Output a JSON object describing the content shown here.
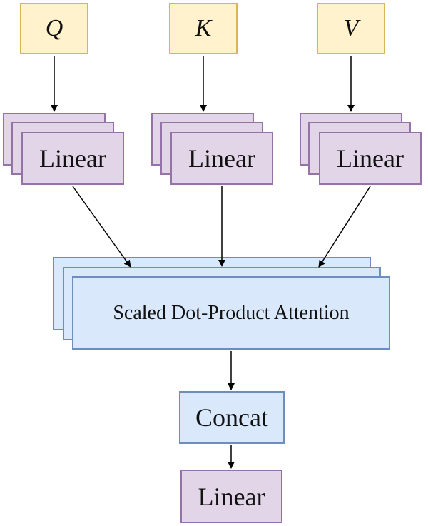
{
  "inputs": {
    "q": "Q",
    "k": "K",
    "v": "V"
  },
  "linear_layers": {
    "q_label": "Linear",
    "k_label": "Linear",
    "v_label": "Linear"
  },
  "attention": {
    "label": "Scaled Dot-Product Attention"
  },
  "concat": {
    "label": "Concat"
  },
  "output_linear": {
    "label": "Linear"
  },
  "colors": {
    "input_fill": "#fff2cc",
    "input_border": "#d6b656",
    "linear_fill": "#e1d5e7",
    "linear_border": "#9673a6",
    "attention_fill": "#dae8fc",
    "attention_border": "#6c8ebf"
  }
}
